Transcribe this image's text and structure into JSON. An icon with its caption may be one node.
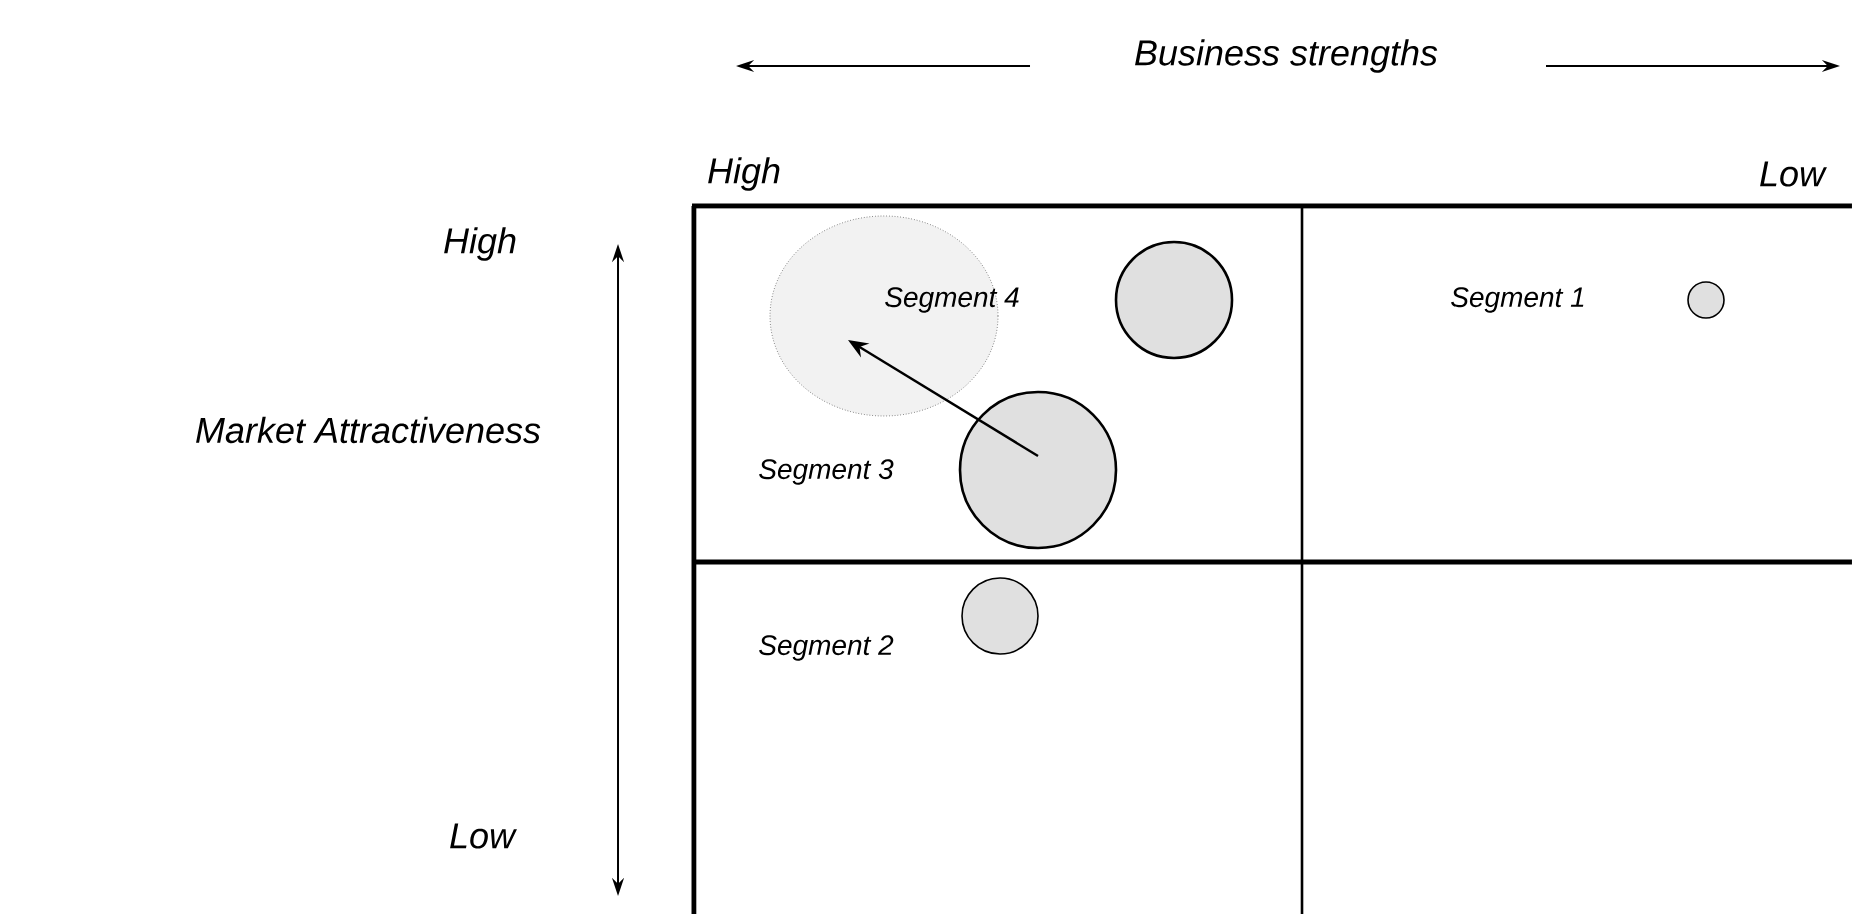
{
  "diagram": {
    "nodes": [
      {
        "text": [
          "Segment 4"
        ]
      },
      {
        "text": [],
        "shape": "circle"
      },
      {
        "text": [],
        "shape": "circle",
        "beside": [
          "Segment 1"
        ]
      },
      {
        "text": [],
        "shape": "circle",
        "beside": [
          "Segment 3"
        ]
      },
      {
        "text": [],
        "shape": "circle",
        "beside": [
          "Segment 2"
        ]
      }
    ],
    "edges": [
      {
        "from": 3,
        "to": 0,
        "arrow": "to"
      }
    ],
    "labels": [
      "Business strengths",
      "High",
      "Low",
      "High",
      "Market Attractiveness",
      "Low"
    ]
  }
}
